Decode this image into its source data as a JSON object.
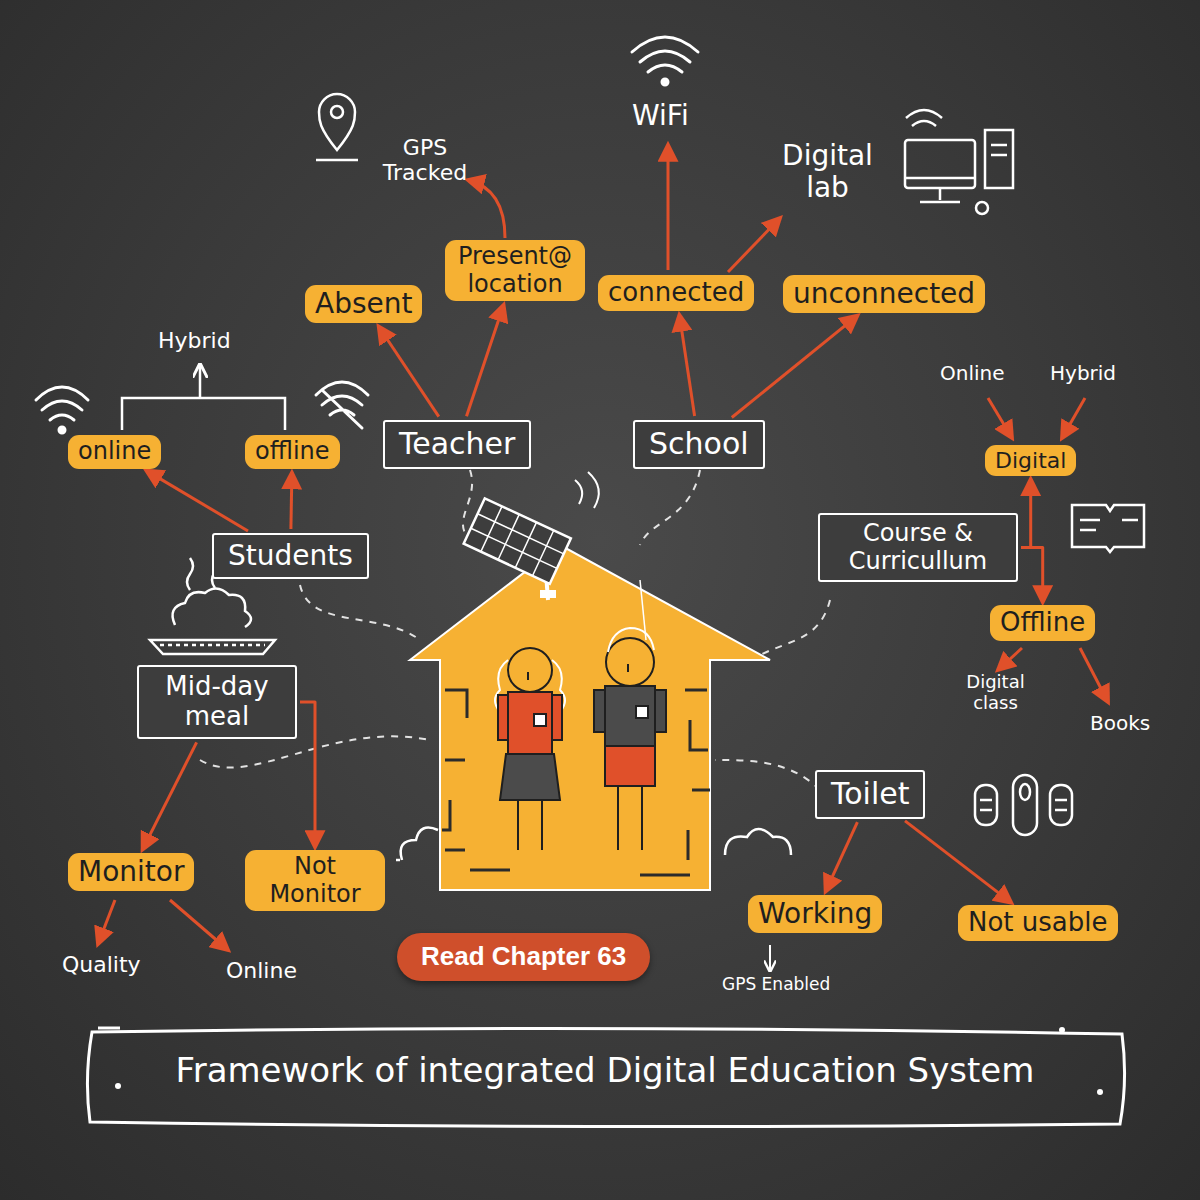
{
  "diagram": {
    "title": "Framework of integrated Digital Education System",
    "nodes": [
      {
        "text": [
          "Absent"
        ]
      },
      {
        "text": [
          "Present@ location"
        ]
      },
      {
        "text": [
          "connected"
        ]
      },
      {
        "text": [
          "unconnected"
        ]
      },
      {
        "text": [
          "online"
        ]
      },
      {
        "text": [
          "offline"
        ]
      },
      {
        "text": [
          "Teacher"
        ]
      },
      {
        "text": [
          "School"
        ]
      },
      {
        "text": [
          "Digital"
        ]
      },
      {
        "text": [
          "Students"
        ]
      },
      {
        "text": [
          "Course & Curricullum"
        ]
      },
      {
        "text": [
          "Offline"
        ]
      },
      {
        "text": [
          "Mid-day meal"
        ]
      },
      {
        "text": [
          "Toilet"
        ]
      },
      {
        "text": [
          "Monitor"
        ]
      },
      {
        "text": [
          "Not Monitor"
        ]
      },
      {
        "text": [
          "Working"
        ]
      },
      {
        "text": [
          "Not usable"
        ]
      },
      {
        "text": [
          "Read Chapter 63"
        ]
      }
    ],
    "edges": [
      {
        "from": 6,
        "to": 0,
        "arrow": "to"
      },
      {
        "from": 6,
        "to": 1,
        "arrow": "to"
      },
      {
        "from": 7,
        "to": 2,
        "arrow": "to"
      },
      {
        "from": 7,
        "to": 3,
        "arrow": "to"
      },
      {
        "from": 9,
        "to": 4,
        "arrow": "to"
      },
      {
        "from": 9,
        "to": 5,
        "arrow": "to"
      },
      {
        "from": 10,
        "to": 8,
        "arrow": "to"
      },
      {
        "from": 10,
        "to": 11,
        "arrow": "to"
      },
      {
        "from": 12,
        "to": 14,
        "arrow": "to"
      },
      {
        "from": 12,
        "to": 15,
        "arrow": "to"
      },
      {
        "from": 13,
        "to": 16,
        "arrow": "to"
      },
      {
        "from": 13,
        "to": 17,
        "arrow": "to"
      }
    ],
    "labels": [
      "GPS Tracked",
      "WiFi",
      "Digital lab",
      "Hybrid",
      "Online",
      "Hybrid",
      "Digital class",
      "Books",
      "Quality",
      "Online",
      "GPS Enabled"
    ]
  }
}
